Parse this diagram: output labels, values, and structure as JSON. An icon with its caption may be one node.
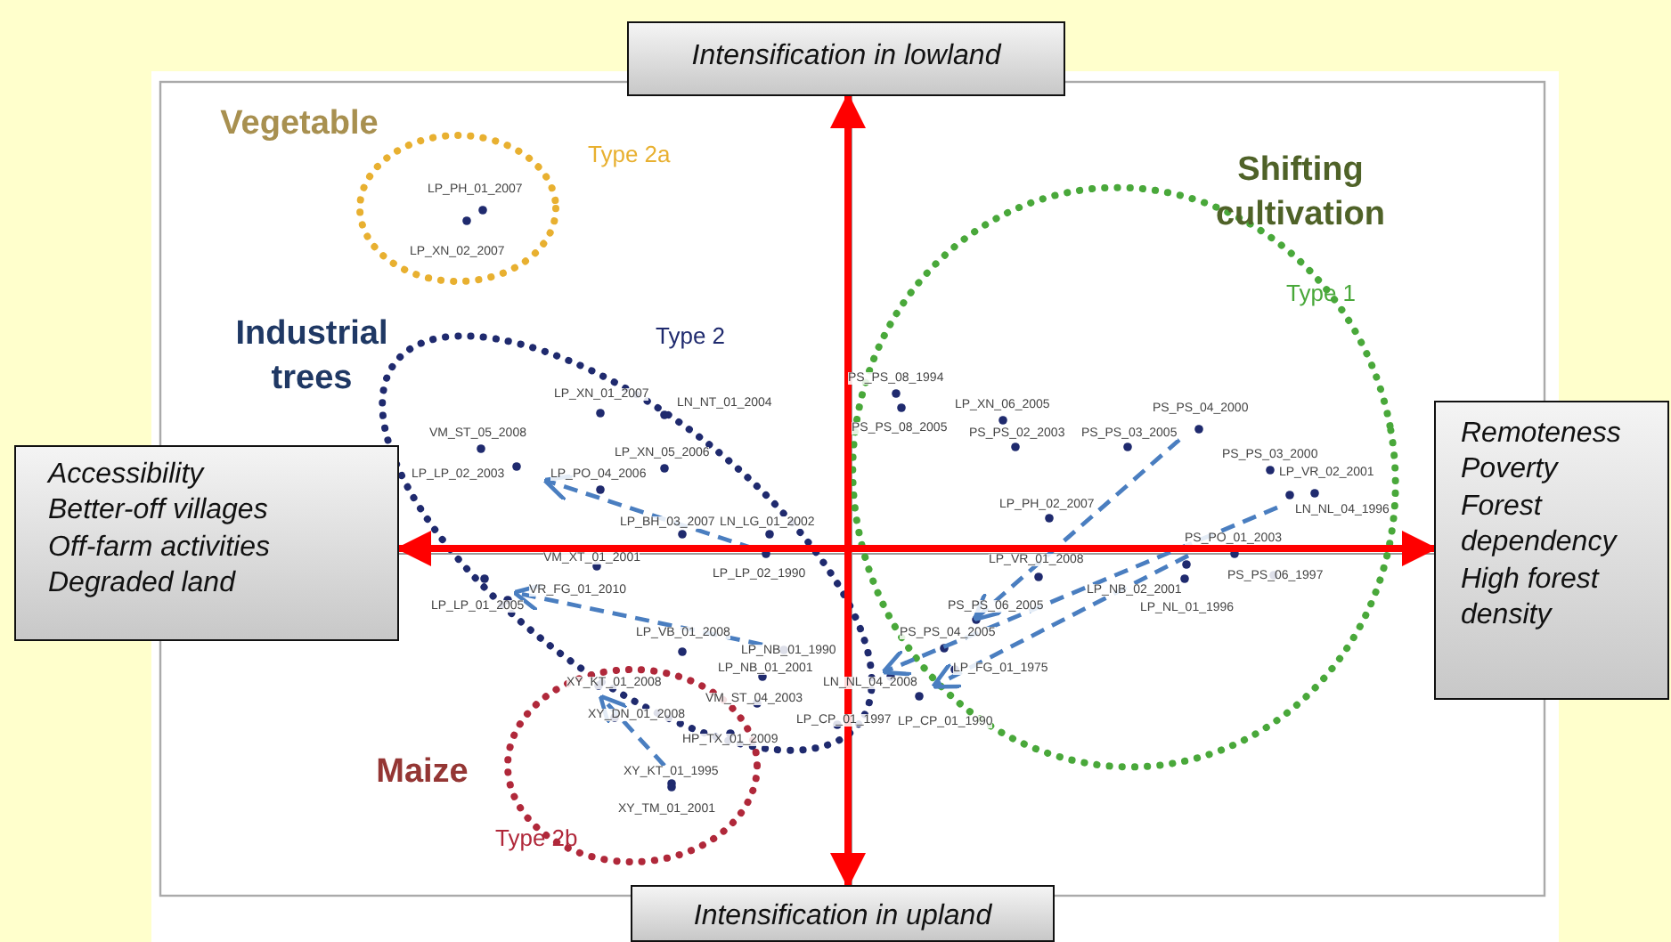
{
  "diagram": {
    "nodes": [
      {
        "text": [
          "Intensification in lowland"
        ]
      },
      {
        "text": [
          "Intensification in upland"
        ]
      },
      {
        "text": [
          "Accessibility",
          "Better-off villages",
          "Off-farm activities",
          "Degraded land"
        ]
      },
      {
        "text": [
          "Remoteness",
          "Poverty",
          "Forest dependency",
          "High forest density"
        ]
      }
    ],
    "edges": [
      {
        "from": 1,
        "to": 0,
        "arrow": "both"
      },
      {
        "from": 2,
        "to": 3,
        "arrow": "both"
      }
    ],
    "labels": [
      "Vegetable",
      "Type 2a",
      "LP_PH_01_2007",
      "Shifting cultivation",
      "LP_XN_02_2007",
      "Type 1",
      "Industrial trees",
      "Type 2",
      "PS_PS_08_1994",
      "LP_XN_01_2007",
      "LN_NT_01_2004",
      "LP_XN_06_2005",
      "PS_PS_04_2000",
      "VM_ST_05_2008",
      "PS_PS_08_2005",
      "PS_PS_02_2003",
      "PS_PS_03_2005",
      "LP_XN_05_2006",
      "PS_PS_03_2000",
      "LP_LP_02_2003",
      "LP_PO_04_2006",
      "LP_VR_02_2001",
      "LP_PH_02_2007",
      "LN_NL_04_1996",
      "LP_BH_03_2007",
      "LN_LG_01_2002",
      "PS_PO_01_2003",
      "VM_XT_01_2001",
      "LP_VR_01_2008",
      "LP_LP_02_1990",
      "PS_PS_06_1997",
      "VR_FG_01_2010",
      "LP_NB_02_2001",
      "LP_LP_01_2005",
      "PS_PS_06_2005",
      "LP_NL_01_1996",
      "LP_VB_01_2008",
      "PS_PS_04_2005",
      "LP_NB_01_1990",
      "LP_NB_01_2001",
      "LP_FG_01_1975",
      "XY_KT_01_2008",
      "LN_NL_04_2008",
      "VM_ST_04_2003",
      "XY_DN_01_2008",
      "LP_CP_01_1997",
      "LP_CP_01_1990",
      "HP_TX_01_2009",
      "Maize",
      "XY_KT_01_1995",
      "XY_TM_01_2001",
      "Type 2b"
    ]
  }
}
